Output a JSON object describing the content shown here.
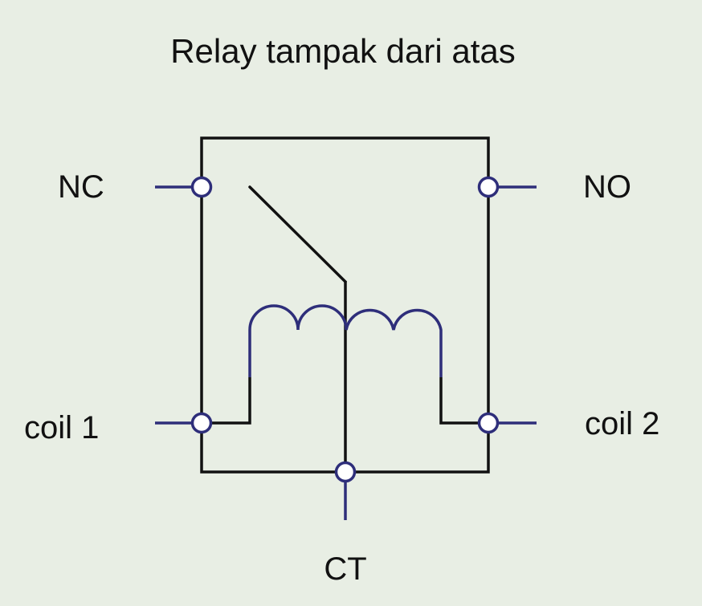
{
  "title": "Relay tampak dari atas",
  "labels": {
    "nc": "NC",
    "no": "NO",
    "coil1": "coil 1",
    "coil2": "coil 2",
    "ct": "CT"
  },
  "colors": {
    "background": "#e8eee4",
    "outline": "#111111",
    "wire": "#2e2e7a",
    "terminal_fill": "#ffffff"
  }
}
